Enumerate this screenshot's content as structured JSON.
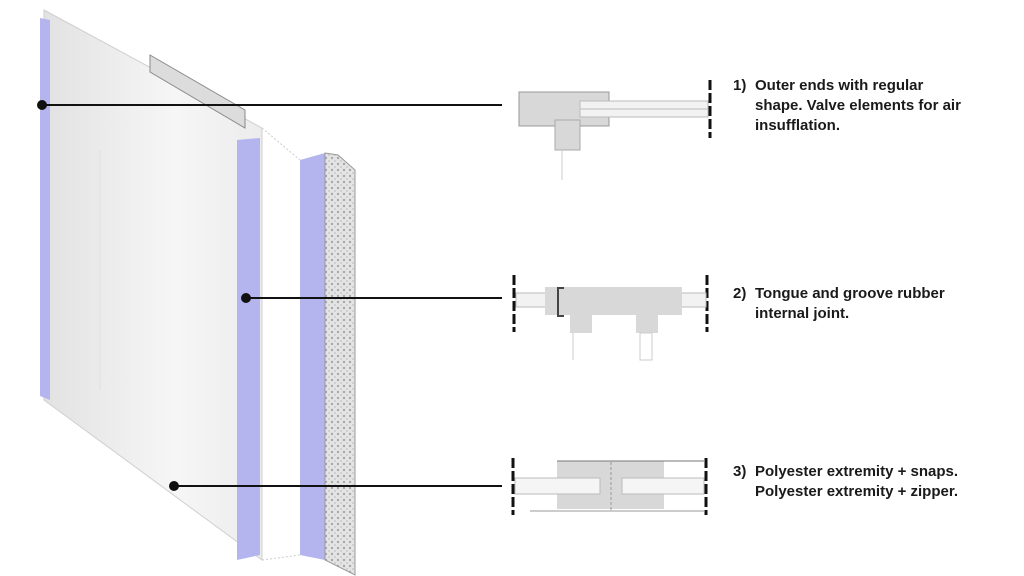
{
  "callouts": [
    {
      "number": "1)",
      "text": "Outer ends with regular\nshape. Valve elements for air\ninsufflation."
    },
    {
      "number": "2)",
      "text": "Tongue and groove rubber\n internal joint."
    },
    {
      "number": "3)",
      "text": "Polyester extremity + snaps.\nPolyester extremity + zipper."
    }
  ],
  "colors": {
    "purple_edge": "#b4b4ee",
    "panel": "#ededed",
    "section_gray": "#d8d8d8",
    "line": "#111111"
  }
}
